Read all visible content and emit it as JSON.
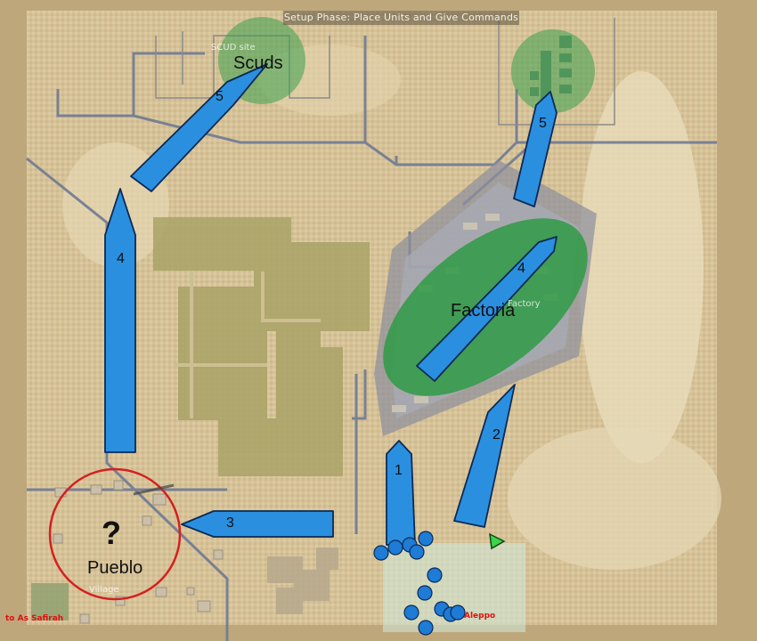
{
  "header": {
    "phase_text": "Setup Phase: Place Units and Give Commands"
  },
  "objectives": {
    "scuds": {
      "label": "Scuds",
      "sublabel": "SCUD site"
    },
    "factoria": {
      "label": "Factoria",
      "sublabel": "Factory"
    },
    "pueblo": {
      "label": "Pueblo",
      "sublabel": "Village",
      "unknown_marker": "?"
    }
  },
  "commands": [
    {
      "number": "1"
    },
    {
      "number": "2"
    },
    {
      "number": "3"
    },
    {
      "number": "4"
    },
    {
      "number": "4"
    },
    {
      "number": "5"
    },
    {
      "number": "5"
    }
  ],
  "exits": {
    "west": "to As Safirah",
    "southeast": "Aleppo"
  },
  "colors": {
    "arrow_fill": "#2b8fe0",
    "arrow_stroke": "#0b2a55",
    "objective_green": "#2f9a45",
    "pueblo_ring": "#d42020",
    "sand": "#d8c59b",
    "unit_blue": "#1e7bd6"
  }
}
